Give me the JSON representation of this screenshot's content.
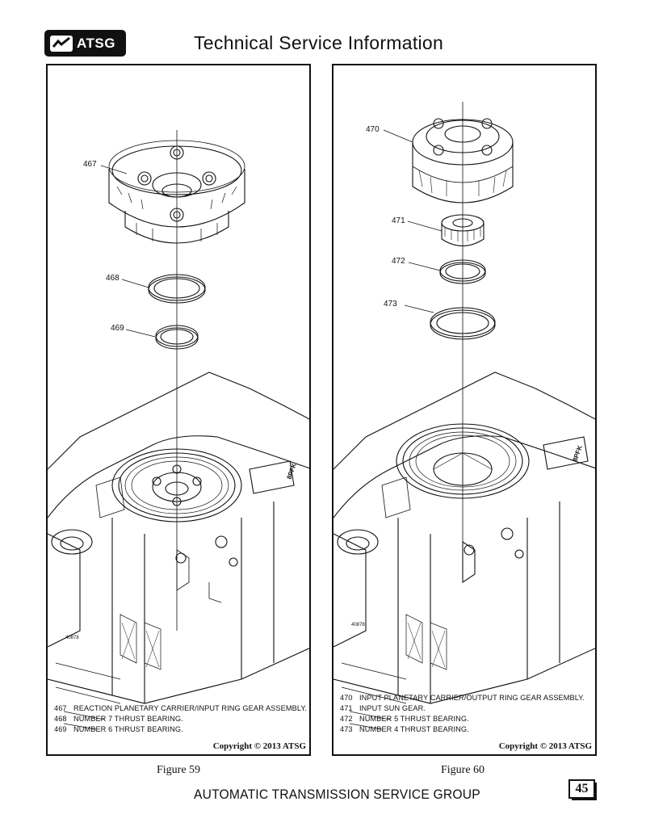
{
  "header": {
    "logo_text": "ATSG",
    "title": "Technical Service Information"
  },
  "figures": [
    {
      "caption": "Figure 59",
      "callouts": [
        "467",
        "468",
        "469"
      ],
      "legend": [
        {
          "num": "467",
          "text": "REACTION PLANETARY CARRIER/INPUT RING GEAR ASSEMBLY."
        },
        {
          "num": "468",
          "text": "NUMBER 7 THRUST BEARING."
        },
        {
          "num": "469",
          "text": "NUMBER 6 THRUST BEARING."
        }
      ],
      "copyright": "Copyright © 2013 ATSG",
      "case_tag": "40878",
      "case_label": "8PFK"
    },
    {
      "caption": "Figure 60",
      "callouts": [
        "470",
        "471",
        "472",
        "473"
      ],
      "legend": [
        {
          "num": "470",
          "text": "INPUT PLANETARY CARRIER/OUTPUT RING GEAR ASSEMBLY."
        },
        {
          "num": "471",
          "text": "INPUT SUN GEAR."
        },
        {
          "num": "472",
          "text": "NUMBER 5 THRUST BEARING."
        },
        {
          "num": "473",
          "text": "NUMBER 4 THRUST BEARING."
        }
      ],
      "copyright": "Copyright © 2013 ATSG",
      "case_tag": "40878",
      "case_label": "8PFK"
    }
  ],
  "footer": {
    "text": "AUTOMATIC TRANSMISSION SERVICE GROUP",
    "page_number": "45"
  }
}
